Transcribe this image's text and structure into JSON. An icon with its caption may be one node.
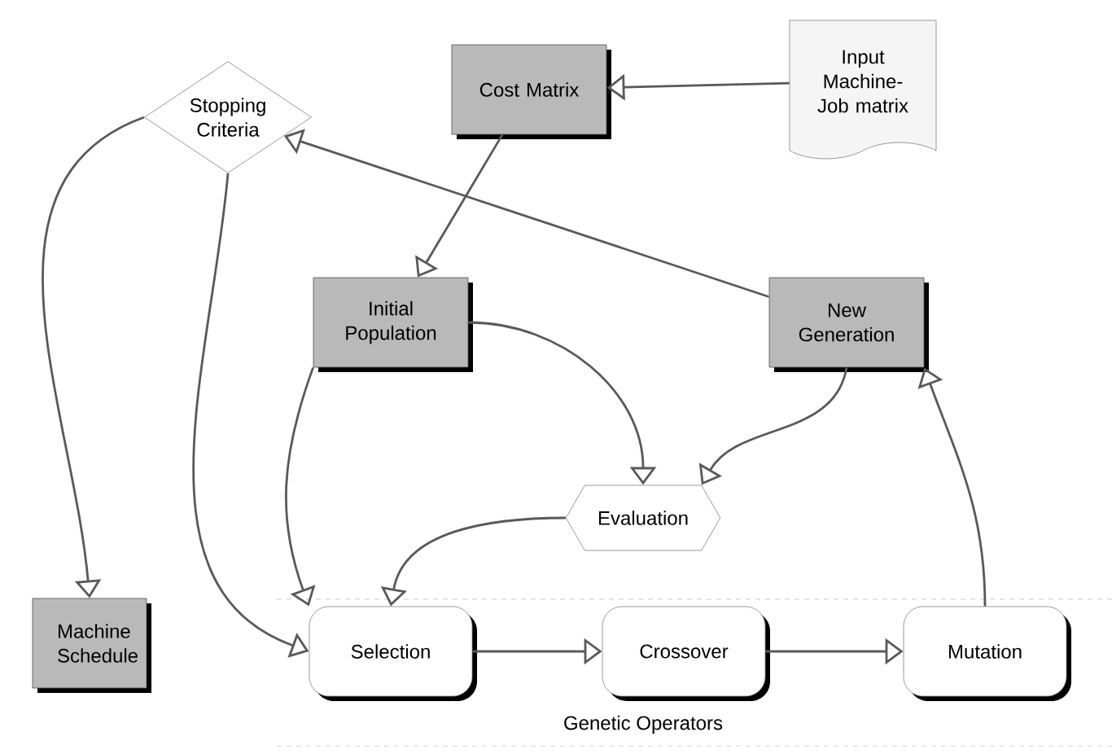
{
  "diagram": {
    "nodes": [
      {
        "text": [
          "Stopping Criteria"
        ]
      },
      {
        "text": [
          "Cost Matrix"
        ]
      },
      {
        "text": [
          "Input Machine-Job matrix"
        ]
      },
      {
        "text": [
          "Initial Population"
        ]
      },
      {
        "text": [
          "New Generation"
        ]
      },
      {
        "text": [
          "Evaluation"
        ]
      },
      {
        "text": [
          "Machine Schedule"
        ]
      },
      {
        "text": [
          "Selection"
        ]
      },
      {
        "text": [
          "Crossover"
        ]
      },
      {
        "text": [
          "Mutation"
        ]
      }
    ],
    "edges": [
      {
        "from": 2,
        "to": 1,
        "arrow": "to"
      },
      {
        "from": 1,
        "to": 3,
        "arrow": "to"
      },
      {
        "from": 4,
        "to": 0,
        "arrow": "to"
      },
      {
        "from": 3,
        "to": 5,
        "arrow": "to"
      },
      {
        "from": 4,
        "to": 5,
        "arrow": "to"
      },
      {
        "from": 5,
        "to": 7,
        "arrow": "to"
      },
      {
        "from": 7,
        "to": 8,
        "arrow": "to"
      },
      {
        "from": 8,
        "to": 9,
        "arrow": "to"
      },
      {
        "from": 9,
        "to": 4,
        "arrow": "to"
      },
      {
        "from": 0,
        "to": 6,
        "arrow": "to"
      },
      {
        "from": 0,
        "to": 7,
        "arrow": "to"
      },
      {
        "from": 3,
        "to": 7,
        "arrow": "to"
      }
    ],
    "labels": [
      "Genetic Operators"
    ]
  }
}
